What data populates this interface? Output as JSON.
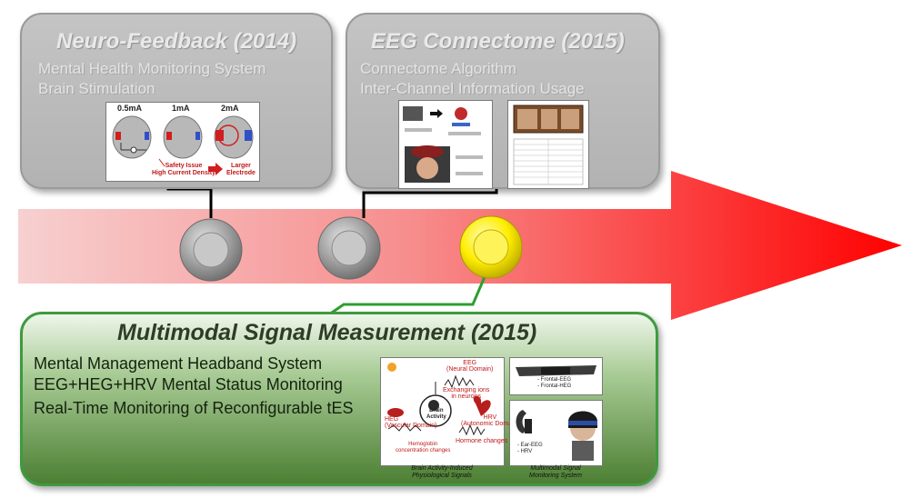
{
  "colors": {
    "arrow_start": "#f6c6c6",
    "arrow_end": "#ff0000",
    "past_node": "#9a9a9a",
    "current_node": "#ffee00",
    "connector_past": "#000000",
    "connector_current": "#2f9e2f",
    "current_box_border": "#3f9a3f"
  },
  "milestones": [
    {
      "title": "Neuro-Feedback (2014)",
      "lines": [
        "Mental Health Monitoring System",
        "Brain Stimulation"
      ],
      "status": "past",
      "figure": {
        "currents": [
          "0.5mA",
          "1mA",
          "2mA"
        ],
        "issue_note": [
          "Safety Issue",
          "High Current Density"
        ],
        "result_note": [
          "Larger",
          "Electrode"
        ]
      }
    },
    {
      "title": "EEG Connectome (2015)",
      "lines": [
        "Connectome Algorithm",
        "Inter-Channel Information Usage"
      ],
      "status": "past"
    },
    {
      "title": "Multimodal Signal Measurement (2015)",
      "lines": [
        "Mental Management Headband System",
        "EEG+HEG+HRV Mental Status Monitoring",
        "Real-Time Monitoring of Reconfigurable tES"
      ],
      "status": "current",
      "figure": {
        "center": [
          "Brain",
          "Activity"
        ],
        "eeg": [
          "EEG",
          "(Neural Domain)"
        ],
        "exchange": [
          "Exchanging ions",
          "in neurons"
        ],
        "heg": [
          "HEG",
          "(Vascular Domain)"
        ],
        "hemo": [
          "Hemoglobin",
          "concentration changes"
        ],
        "hrv": [
          "HRV",
          "(Autonomic Domain)"
        ],
        "hormone": "Hormone changes",
        "caption": [
          "Brain Activity-Induced",
          "Physiological Signals"
        ],
        "headband_labels": [
          "- Frontal-EEG",
          "- Frontal-HEG"
        ],
        "ear_labels": [
          "- Ear-EEG",
          "- HRV"
        ],
        "system_caption": [
          "Multimodal Signal",
          "Monitoring System"
        ]
      }
    }
  ]
}
